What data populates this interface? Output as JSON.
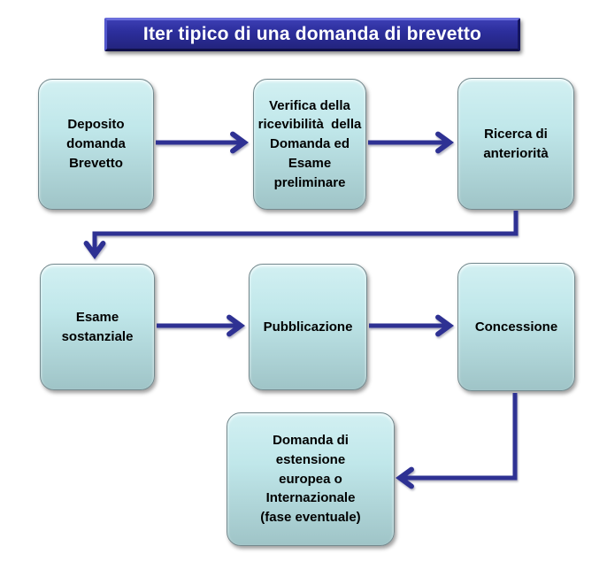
{
  "title": {
    "text": "Iter tipico di una domanda di brevetto"
  },
  "colors": {
    "background": "#ffffff",
    "title_bg": "#2c2e9c",
    "title_text": "#ffffff",
    "node_fill_top": "#d2f0f2",
    "node_fill_mid": "#c0e7ea",
    "node_fill_bottom": "#9fc4c7",
    "node_border": "#74898e",
    "node_text": "#000000",
    "arrow": "#2e3193"
  },
  "nodes": [
    {
      "id": "deposito",
      "label": "Deposito\ndomanda\nBrevetto"
    },
    {
      "id": "verifica",
      "label": "Verifica della\nricevibilità  della\nDomanda ed\nEsame\npreliminare"
    },
    {
      "id": "ricerca",
      "label": "Ricerca di\nanteriorità"
    },
    {
      "id": "esame",
      "label": "Esame\nsostanziale"
    },
    {
      "id": "pubblicazione",
      "label": "Pubblicazione"
    },
    {
      "id": "concessione",
      "label": "Concessione"
    },
    {
      "id": "estensione",
      "label": "Domanda di\nestensione\neuropea o\nInternazionale\n(fase eventuale)"
    }
  ],
  "connections": [
    {
      "from": "deposito",
      "to": "verifica",
      "type": "straight-right"
    },
    {
      "from": "verifica",
      "to": "ricerca",
      "type": "straight-right"
    },
    {
      "from": "ricerca",
      "to": "esame",
      "type": "elbow-down-left-down"
    },
    {
      "from": "esame",
      "to": "pubblicazione",
      "type": "straight-right"
    },
    {
      "from": "pubblicazione",
      "to": "concessione",
      "type": "straight-right"
    },
    {
      "from": "concessione",
      "to": "estensione",
      "type": "elbow-down-left"
    }
  ]
}
